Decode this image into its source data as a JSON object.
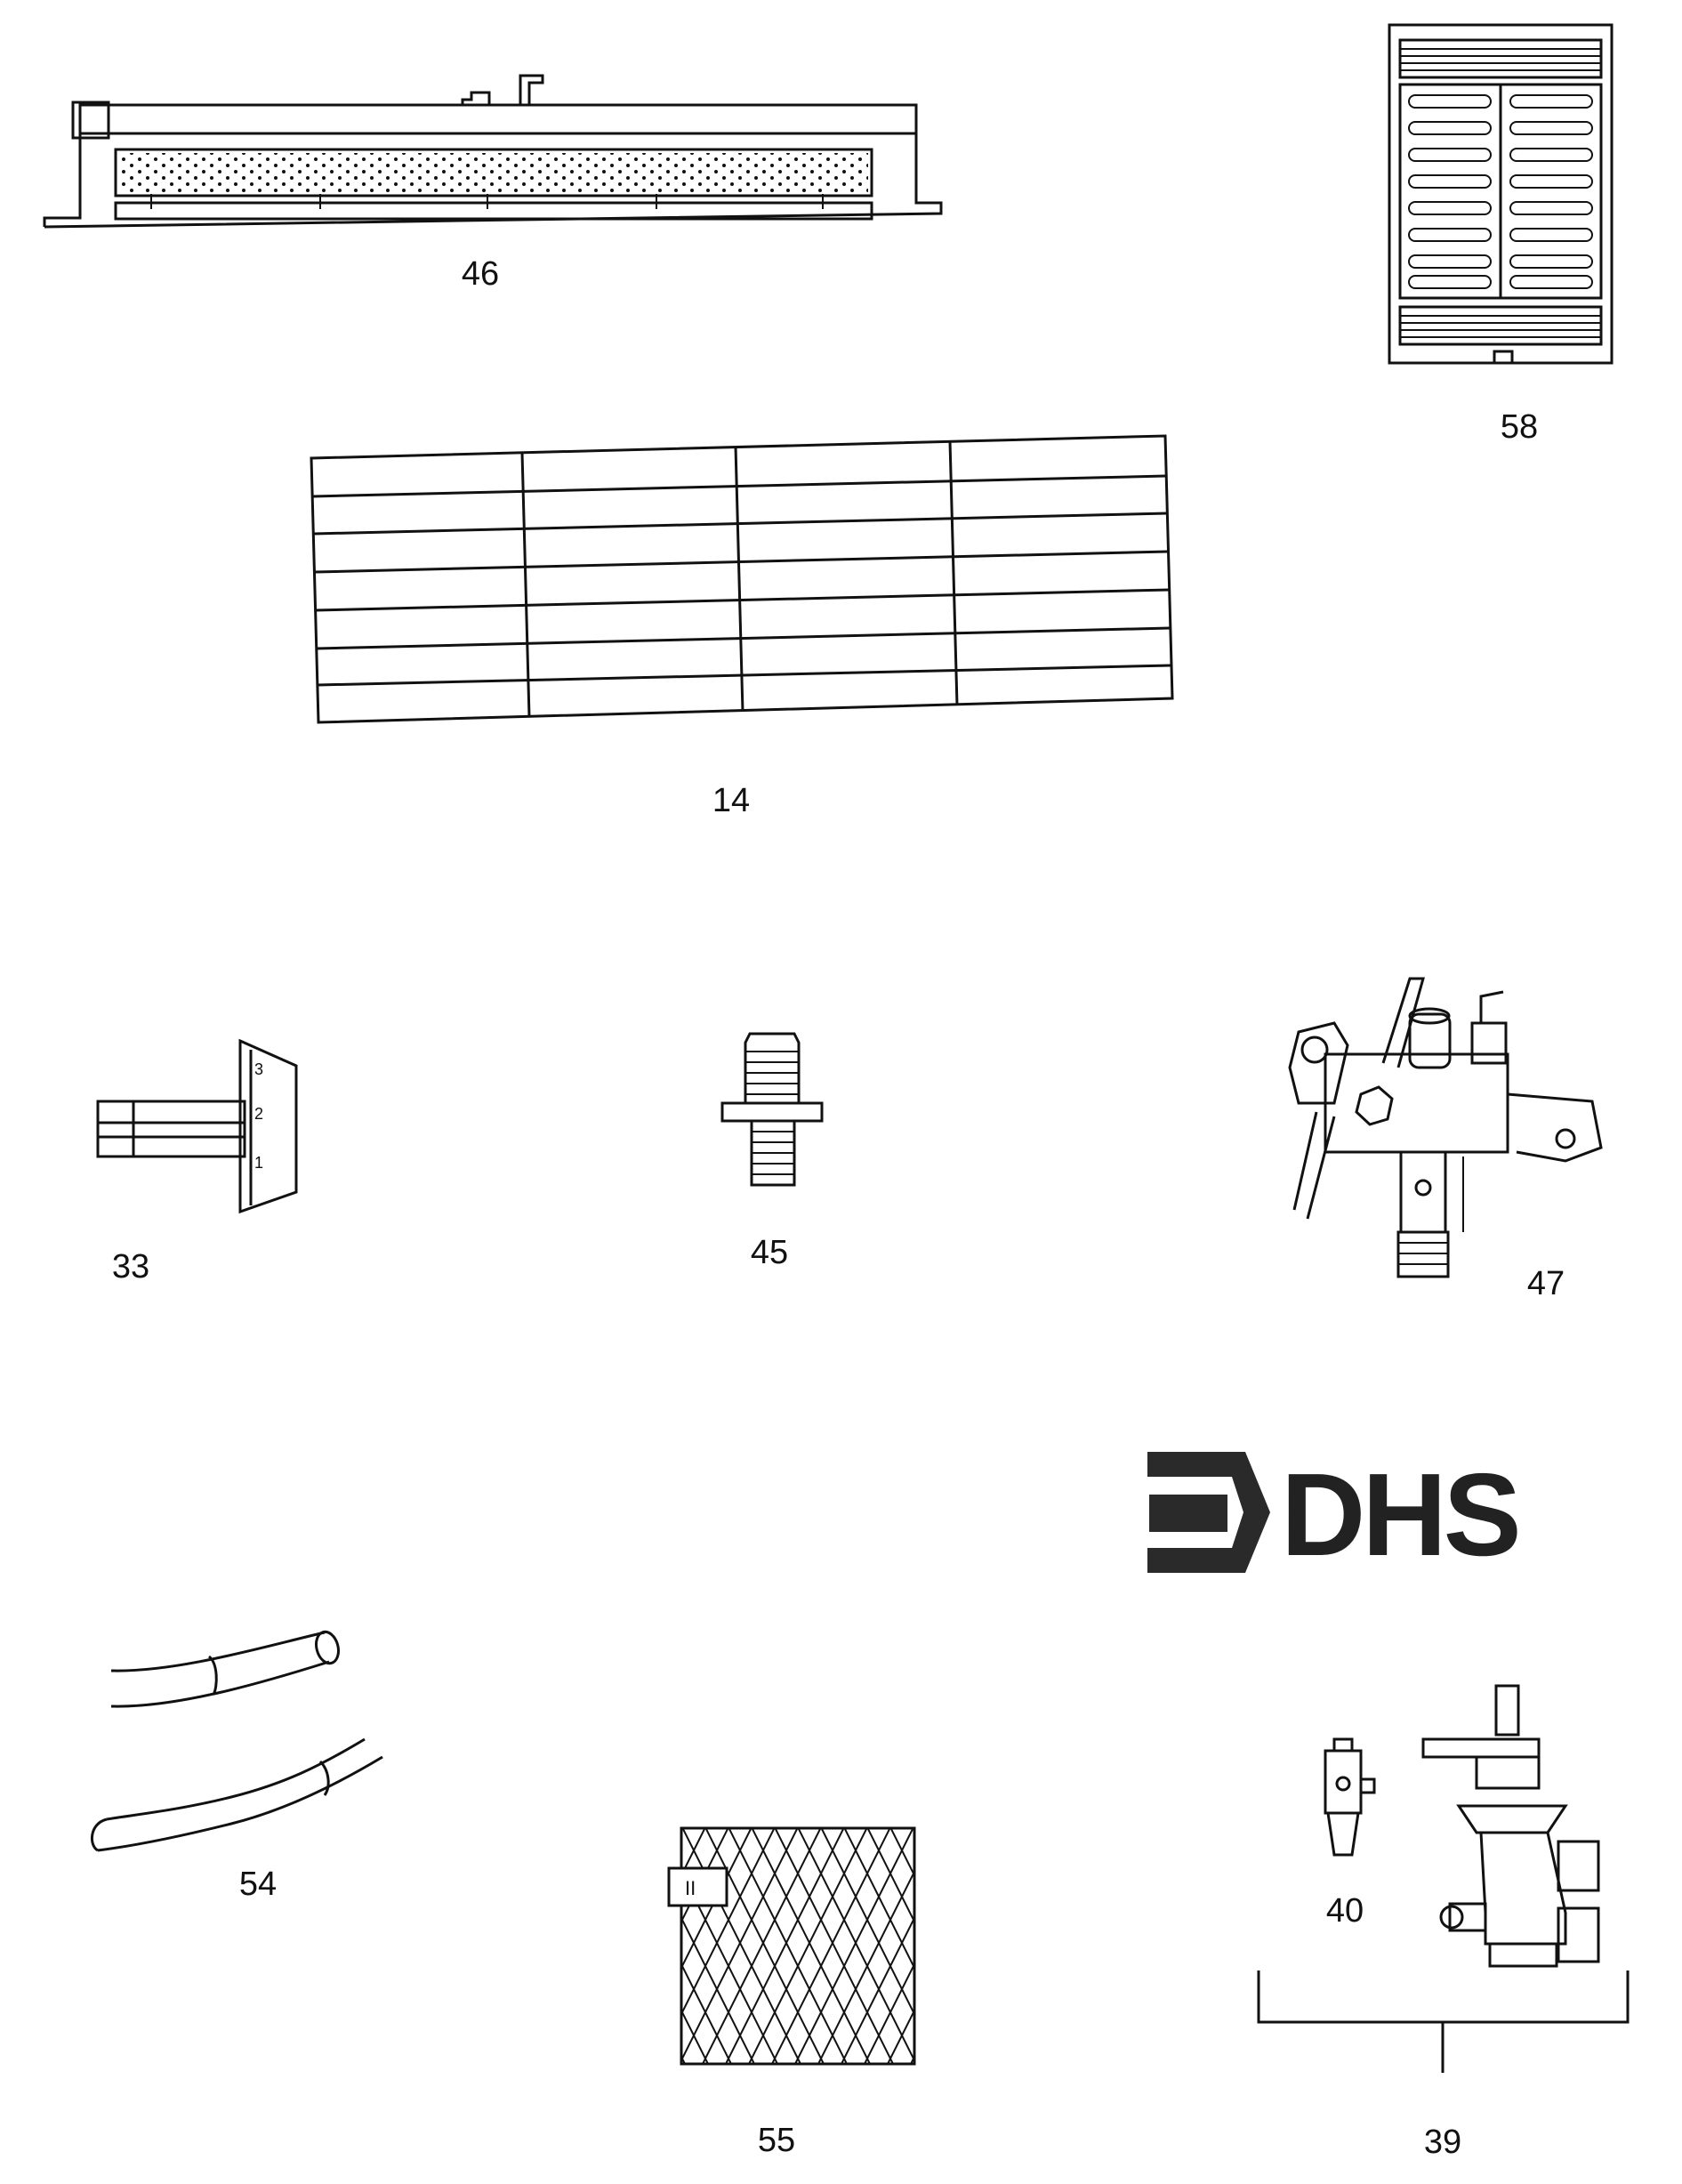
{
  "page": {
    "background": "#ffffff",
    "ink_color": "#111111"
  },
  "parts": [
    {
      "id": "part-46",
      "label": "46"
    },
    {
      "id": "part-58",
      "label": "58"
    },
    {
      "id": "part-14",
      "label": "14"
    },
    {
      "id": "part-33",
      "label": "33"
    },
    {
      "id": "part-45",
      "label": "45"
    },
    {
      "id": "part-47",
      "label": "47"
    },
    {
      "id": "part-54",
      "label": "54"
    },
    {
      "id": "part-55",
      "label": "55"
    },
    {
      "id": "part-40",
      "label": "40"
    },
    {
      "id": "part-39",
      "label": "39"
    }
  ],
  "switch_positions": [
    "3",
    "2",
    "1"
  ],
  "logo": {
    "text": "DHS",
    "color": "#2a2a2a"
  },
  "nozzle_marking": "II"
}
